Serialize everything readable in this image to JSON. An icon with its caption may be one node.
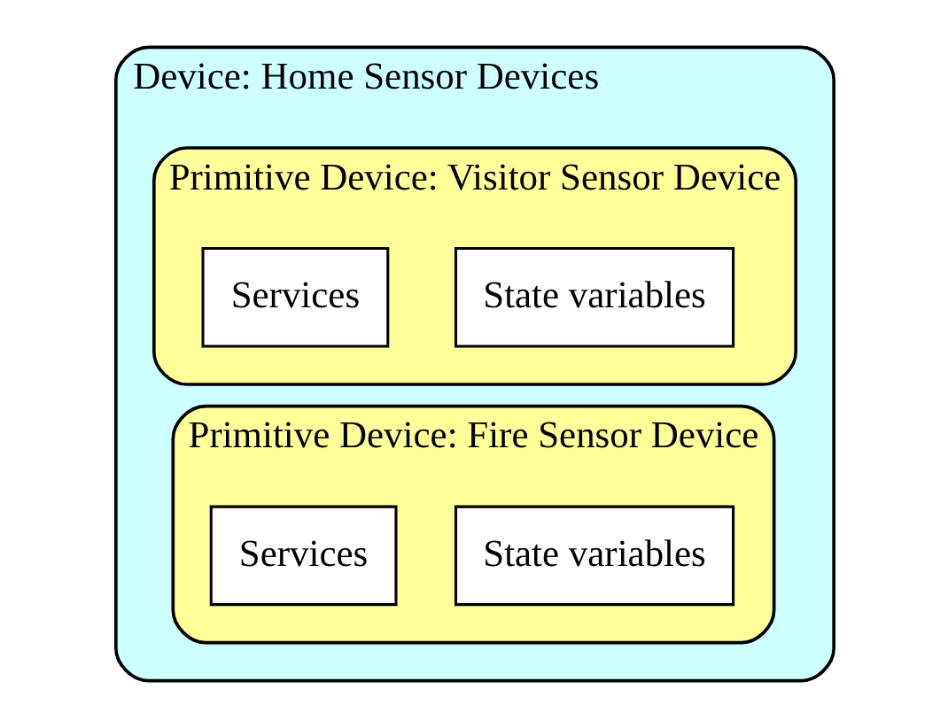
{
  "diagram": {
    "nodes": [
      {
        "text": [
          "Device: Home Sensor Devices"
        ]
      },
      {
        "text": [
          "Primitive Device: Visitor Sensor Device"
        ],
        "in": 0
      },
      {
        "text": [
          "State variables"
        ],
        "in": 1
      },
      {
        "text": [
          "Services"
        ],
        "in": 1
      },
      {
        "text": [
          "Primitive Device: Fire Sensor Device"
        ],
        "in": 0
      },
      {
        "text": [
          "State variables"
        ],
        "in": 4
      },
      {
        "text": [
          "Services"
        ],
        "in": 4
      }
    ],
    "edges": []
  }
}
